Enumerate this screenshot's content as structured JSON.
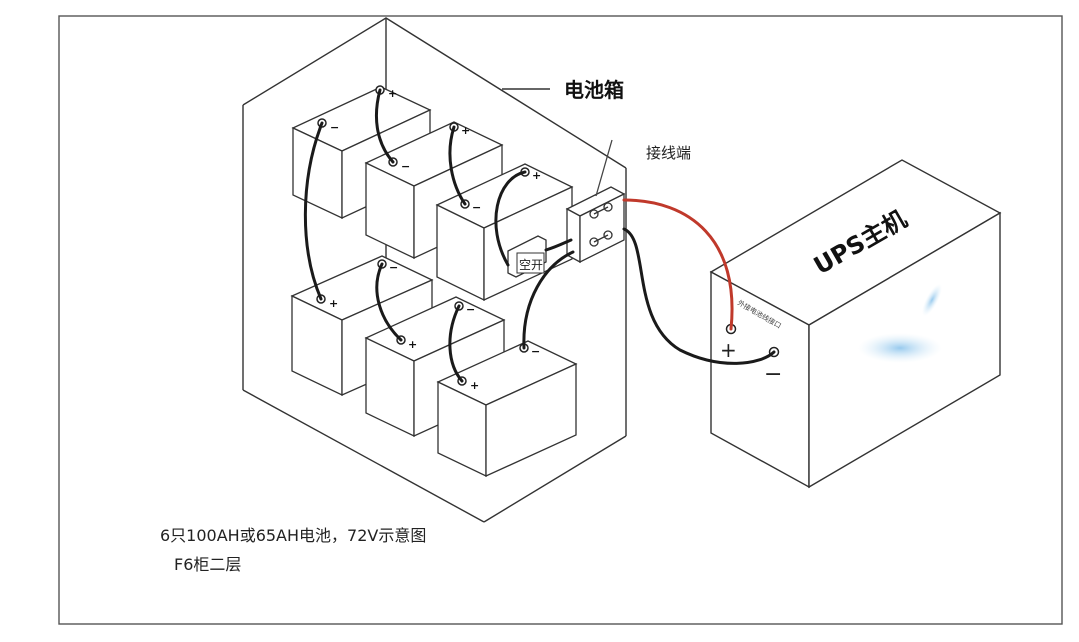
{
  "labels": {
    "battery_box": "电池箱",
    "terminal": "接线端",
    "ups": "UPS主机",
    "switch": "空开",
    "ups_port_label": "外接电池线接口",
    "plus": "+",
    "minus": "−",
    "caption_line1": "6只100AH或65AH电池，72V示意图",
    "caption_line2": "F6柜二层"
  },
  "colors": {
    "outline": "#333333",
    "cable": "#1a1a1a",
    "positive_cable": "#c0392b",
    "ups_smudge": "#a9d3ee"
  },
  "batteries": [
    {
      "id": "top-left"
    },
    {
      "id": "top-middle"
    },
    {
      "id": "top-right"
    },
    {
      "id": "bottom-left"
    },
    {
      "id": "bottom-middle"
    },
    {
      "id": "bottom-right"
    }
  ]
}
